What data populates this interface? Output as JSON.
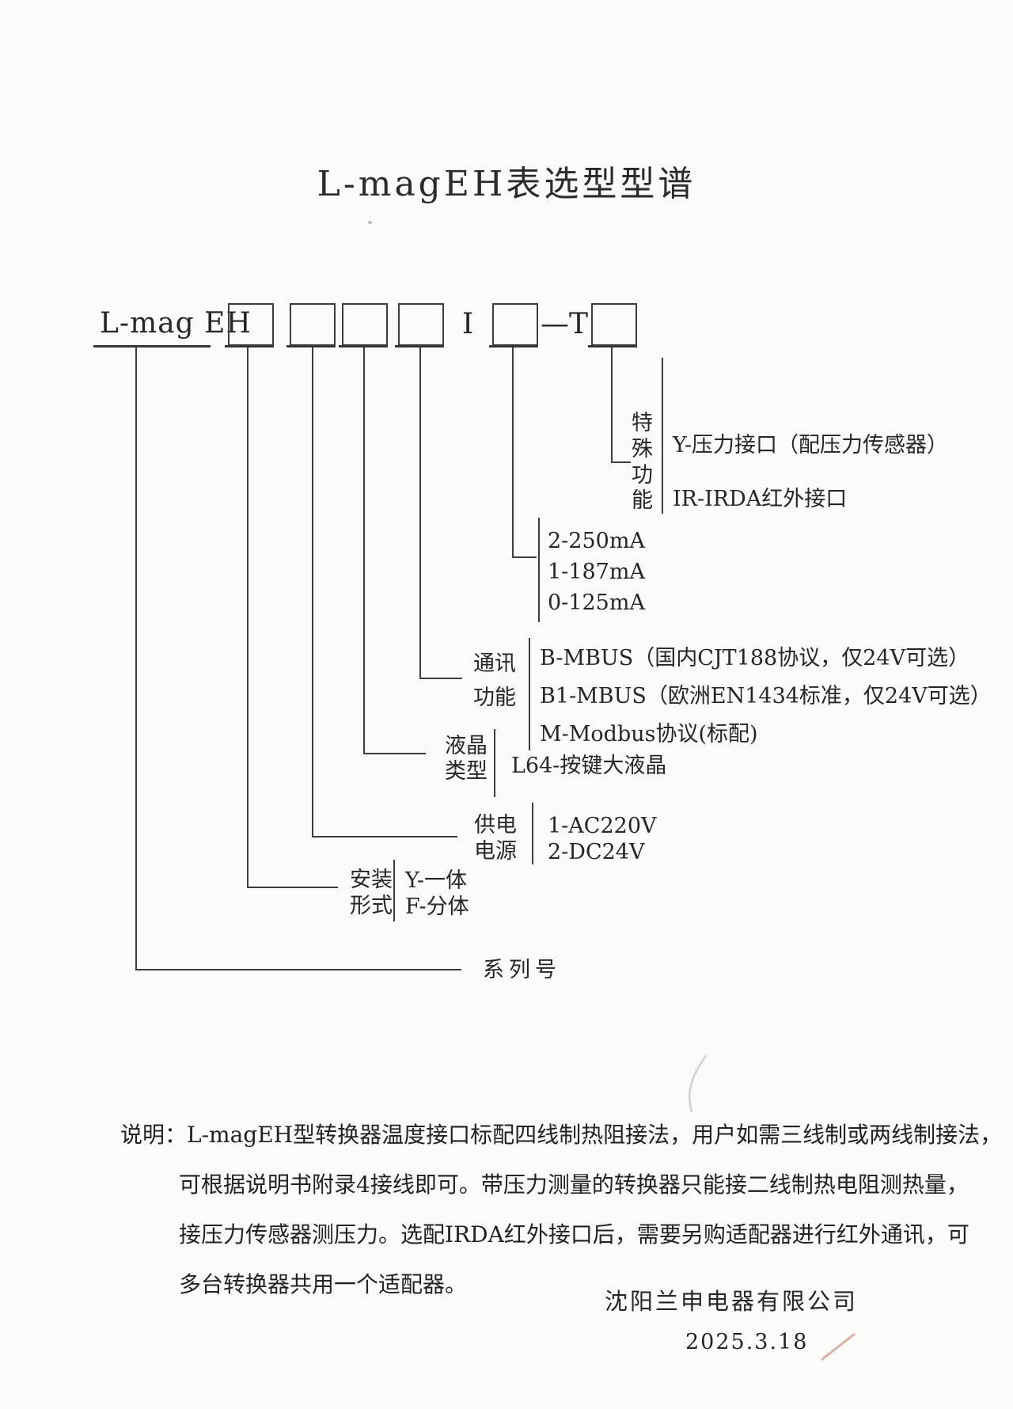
{
  "title": "L-magEH表选型型谱",
  "model_code": {
    "prefix": "L-mag EH",
    "mid_letter": "I",
    "suffix": "—T"
  },
  "branches": {
    "special": {
      "label_chars": [
        "特",
        "殊",
        "功",
        "能"
      ],
      "options": [
        "Y-压力接口（配压力传感器）",
        "IR-IRDA红外接口"
      ]
    },
    "current": {
      "options": [
        "2-250mA",
        "1-187mA",
        "0-125mA"
      ]
    },
    "comm": {
      "label_line1": "通讯",
      "label_line2": "功能",
      "options": [
        "B-MBUS（国内CJT188协议，仅24V可选）",
        "B1-MBUS（欧洲EN1434标准，仅24V可选）",
        "M-Modbus协议(标配)"
      ]
    },
    "lcd": {
      "label_line1": "液晶",
      "label_line2": "类型",
      "options": [
        "L64-按键大液晶"
      ]
    },
    "power": {
      "label_line1": "供电",
      "label_line2": "电源",
      "options": [
        "1-AC220V",
        "2-DC24V"
      ]
    },
    "install": {
      "label_line1": "安装",
      "label_line2": "形式",
      "options": [
        "Y-一体",
        "F-分体"
      ]
    },
    "series": {
      "label": "系列号"
    }
  },
  "notes": {
    "line1": "说明：L-magEH型转换器温度接口标配四线制热阻接法，用户如需三线制或两线制接法，",
    "line2": "可根据说明书附录4接线即可。带压力测量的转换器只能接二线制热电阻测热量，",
    "line3": "接压力传感器测压力。选配IRDA红外接口后，需要另购适配器进行红外通讯，可",
    "line4": "多台转换器共用一个适配器。"
  },
  "footer": {
    "company": "沈阳兰申电器有限公司",
    "date": "2025.3.18"
  },
  "colors": {
    "ink": "#262626",
    "line": "#3c3c3c",
    "paper": "#fafaf8"
  }
}
